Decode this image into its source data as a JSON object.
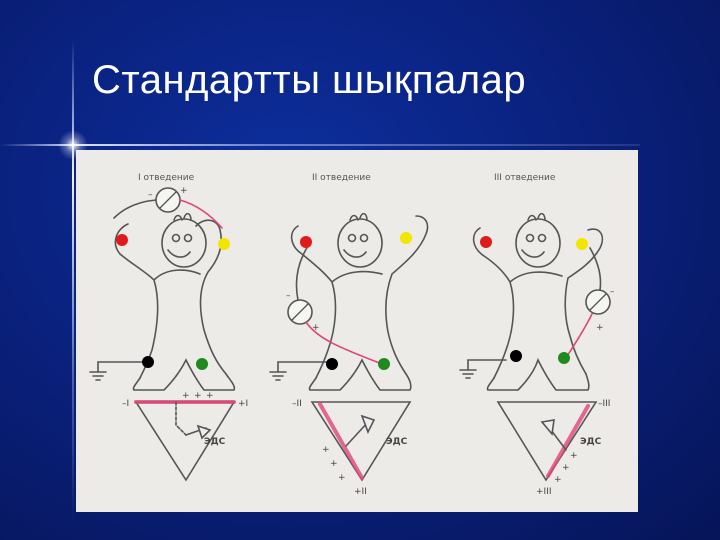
{
  "slide": {
    "title": "Стандартты шықпалар"
  },
  "diagram": {
    "leads": [
      {
        "title": "I отведение",
        "emf_label": "ЭДС",
        "pole_labels": [
          "–I",
          "+I"
        ],
        "plus_marks": [
          "+",
          "+",
          "+"
        ],
        "meter_polarity": [
          "–",
          "+"
        ]
      },
      {
        "title": "II отведение",
        "emf_label": "ЭДС",
        "pole_labels": [
          "–II",
          "+II"
        ],
        "plus_marks": [
          "+",
          "+",
          "+"
        ],
        "meter_polarity": [
          "–",
          "+"
        ]
      },
      {
        "title": "III отведение",
        "emf_label": "ЭДС",
        "pole_labels": [
          "–III",
          "+III"
        ],
        "plus_marks": [
          "+",
          "+",
          "+"
        ],
        "meter_polarity": [
          "–",
          "+"
        ]
      }
    ],
    "electrode_colors": {
      "right_arm": "#e01b1b",
      "left_arm": "#f2e600",
      "right_leg": "#000000",
      "left_leg": "#1f8a1f"
    },
    "lead_line_color": "#e0457a"
  }
}
